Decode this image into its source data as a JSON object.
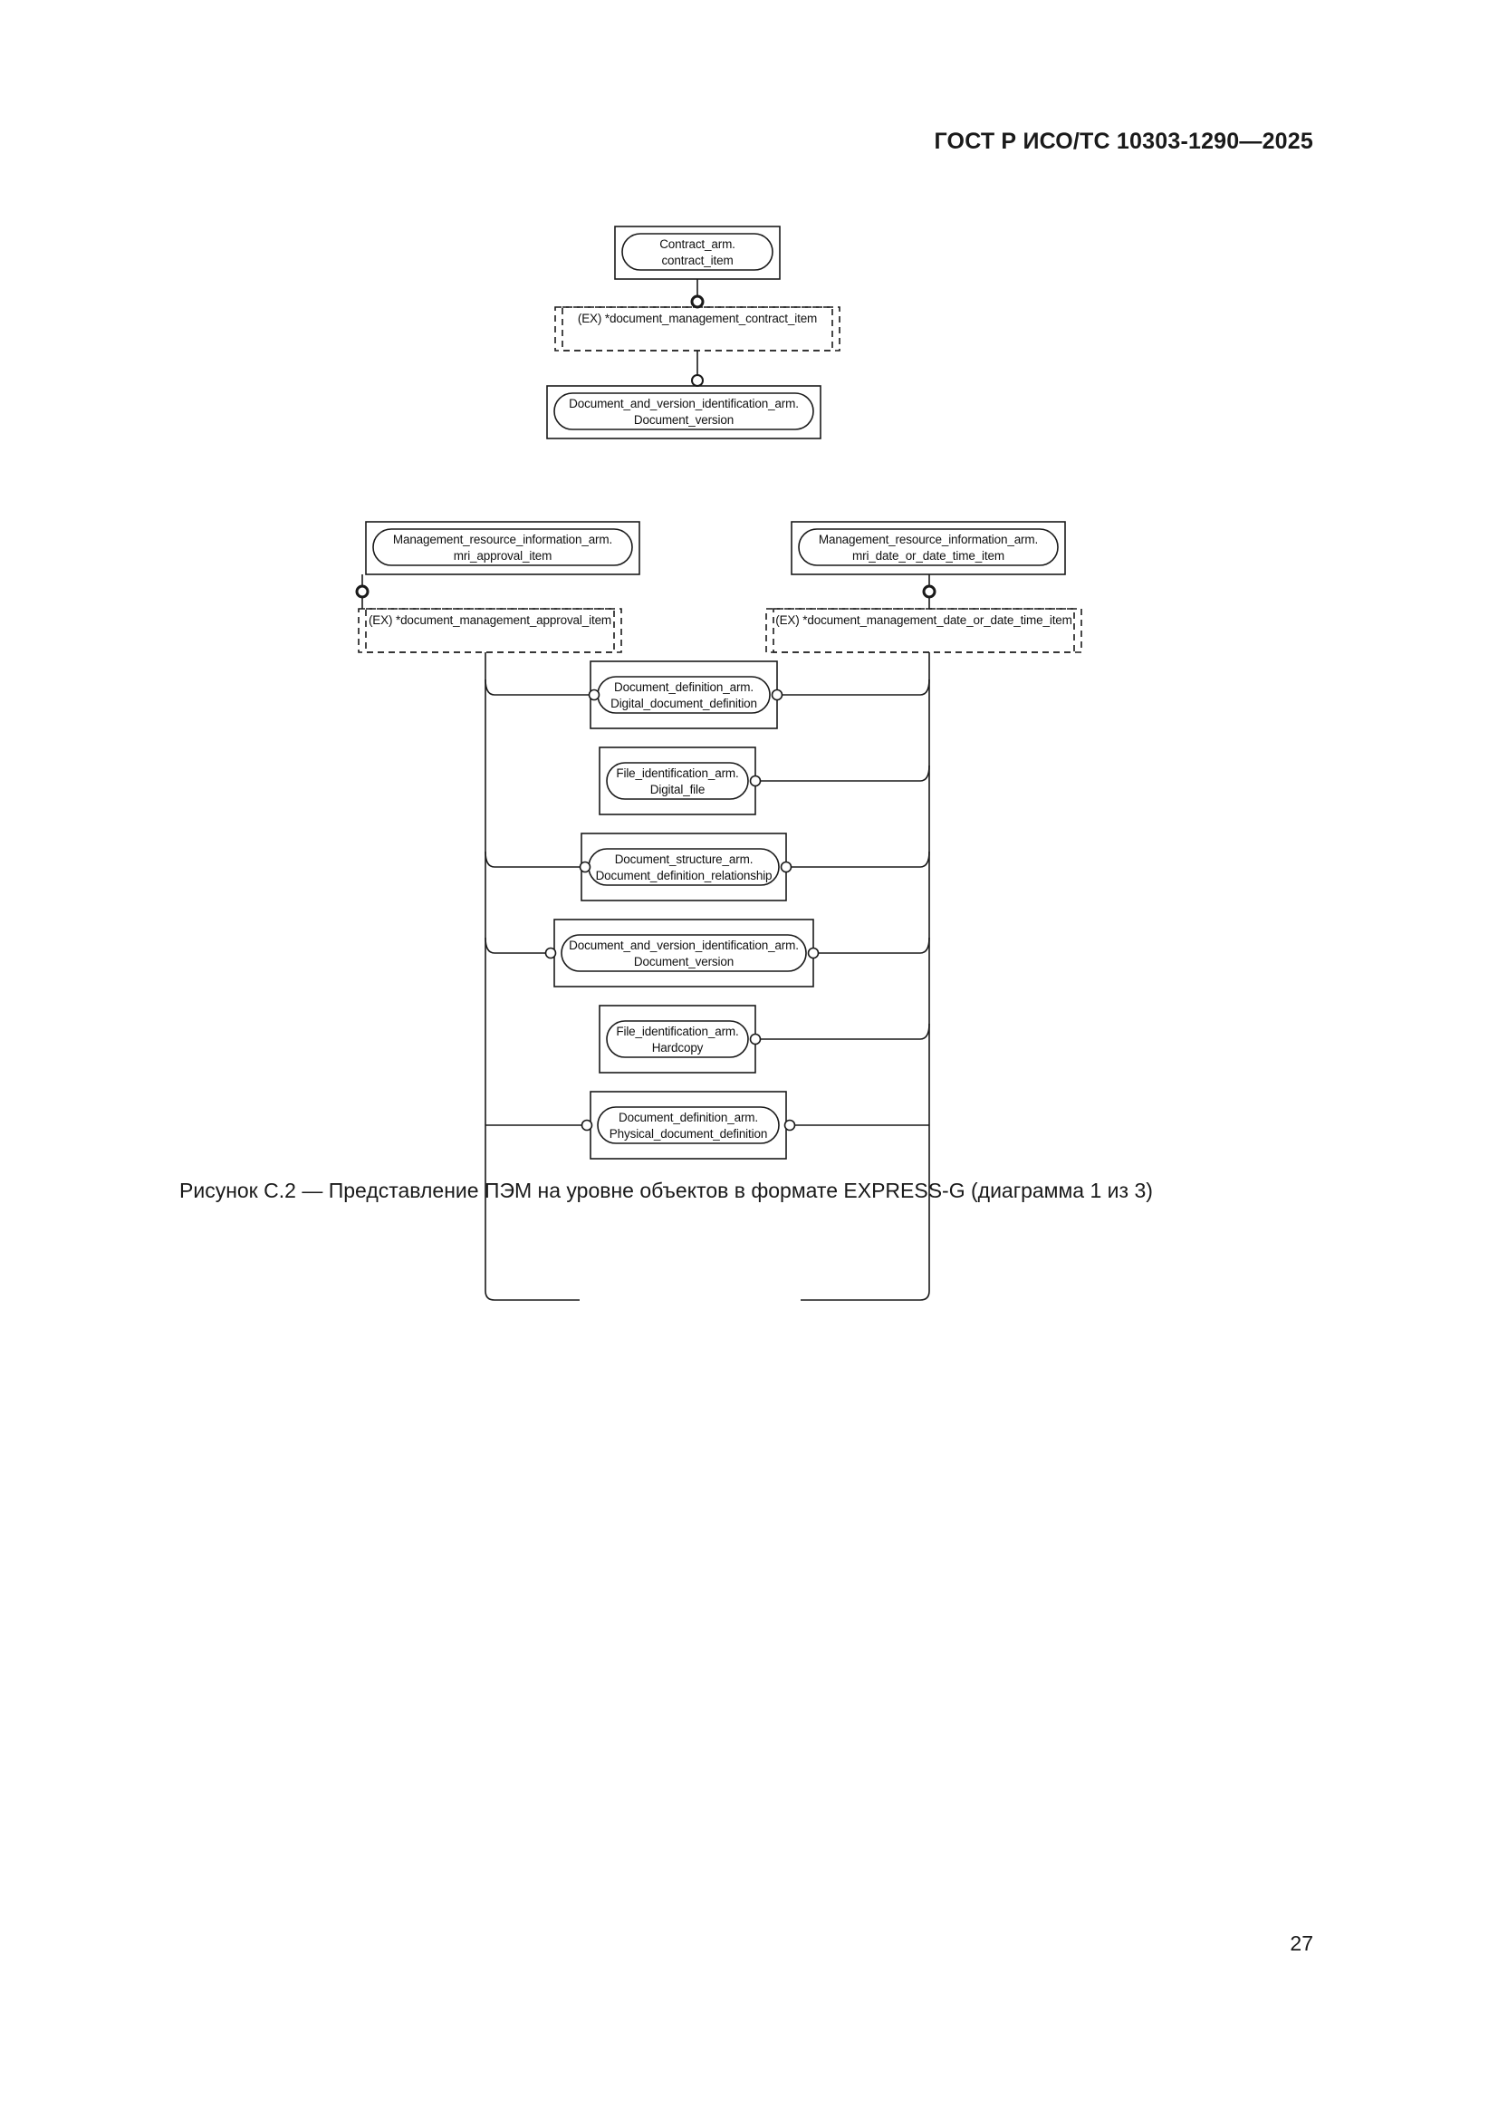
{
  "page": {
    "header": "ГОСТ Р ИСО/ТС 10303-1290—2025",
    "number": "27",
    "caption": "Рисунок C.2 — Представление ПЭМ на уровне объектов в формате EXPRESS-G (диаграмма 1 из 3)"
  },
  "diagram": {
    "type": "EXPRESS-G entity-level diagram",
    "nodes": [
      {
        "id": "contract_item",
        "schema": "Contract_arm.",
        "name": "contract_item",
        "shape": "select-rounded-in-box"
      },
      {
        "id": "ex_contract_item",
        "schema": "(EX)",
        "name": "*document_management_contract_item",
        "shape": "dashed-interface-box"
      },
      {
        "id": "document_version_top",
        "schema": "Document_and_version_identification_arm.",
        "name": "Document_version",
        "shape": "select-rounded-in-box"
      },
      {
        "id": "mri_approval_item",
        "schema": "Management_resource_information_arm.",
        "name": "mri_approval_item",
        "shape": "select-rounded-in-box"
      },
      {
        "id": "mri_date_or_date_time_item",
        "schema": "Management_resource_information_arm.",
        "name": "mri_date_or_date_time_item",
        "shape": "select-rounded-in-box"
      },
      {
        "id": "ex_approval_item",
        "schema": "(EX)",
        "name": "*document_management_approval_item",
        "shape": "dashed-interface-box"
      },
      {
        "id": "ex_date_or_date_time_item",
        "schema": "(EX)",
        "name": "*document_management_date_or_date_time_item",
        "shape": "dashed-interface-box"
      },
      {
        "id": "digital_document_definition",
        "schema": "Document_definition_arm.",
        "name": "Digital_document_definition",
        "shape": "select-rounded-in-box"
      },
      {
        "id": "digital_file",
        "schema": "File_identification_arm.",
        "name": "Digital_file",
        "shape": "select-rounded-in-box"
      },
      {
        "id": "document_definition_relationship",
        "schema": "Document_structure_arm.",
        "name": "Document_definition_relationship",
        "shape": "select-rounded-in-box"
      },
      {
        "id": "document_version_bottom",
        "schema": "Document_and_version_identification_arm.",
        "name": "Document_version",
        "shape": "select-rounded-in-box"
      },
      {
        "id": "hardcopy",
        "schema": "File_identification_arm.",
        "name": "Hardcopy",
        "shape": "select-rounded-in-box"
      },
      {
        "id": "physical_document_definition",
        "schema": "Document_definition_arm.",
        "name": "Physical_document_definition",
        "shape": "select-rounded-in-box"
      }
    ],
    "edges": [
      {
        "from": "contract_item",
        "to": "ex_contract_item",
        "marker": "circle"
      },
      {
        "from": "ex_contract_item",
        "to": "document_version_top",
        "marker": "circle"
      },
      {
        "from": "mri_approval_item",
        "to": "ex_approval_item",
        "marker": "circle"
      },
      {
        "from": "mri_date_or_date_time_item",
        "to": "ex_date_or_date_time_item",
        "marker": "circle"
      },
      {
        "from": "ex_approval_item",
        "to": "digital_document_definition",
        "marker": "circle"
      },
      {
        "from": "ex_approval_item",
        "to": "document_definition_relationship",
        "marker": "circle"
      },
      {
        "from": "ex_approval_item",
        "to": "document_version_bottom",
        "marker": "circle"
      },
      {
        "from": "ex_approval_item",
        "to": "physical_document_definition",
        "marker": "circle"
      },
      {
        "from": "ex_date_or_date_time_item",
        "to": "digital_document_definition",
        "marker": "circle"
      },
      {
        "from": "ex_date_or_date_time_item",
        "to": "digital_file",
        "marker": "circle"
      },
      {
        "from": "ex_date_or_date_time_item",
        "to": "document_definition_relationship",
        "marker": "circle"
      },
      {
        "from": "ex_date_or_date_time_item",
        "to": "document_version_bottom",
        "marker": "circle"
      },
      {
        "from": "ex_date_or_date_time_item",
        "to": "hardcopy",
        "marker": "circle"
      },
      {
        "from": "ex_date_or_date_time_item",
        "to": "physical_document_definition",
        "marker": "circle"
      }
    ]
  }
}
